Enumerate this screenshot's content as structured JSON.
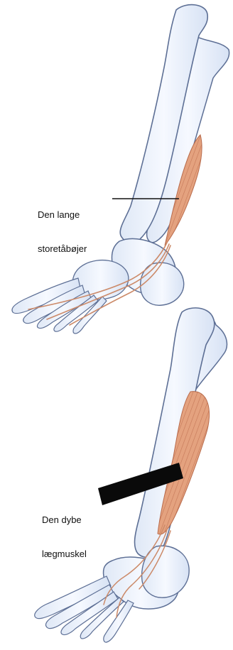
{
  "labels": {
    "top_line1": "Den lange",
    "top_line2": "storetåbøjer",
    "bottom_line1": "Den dybe",
    "bottom_line2": "lægmuskel"
  },
  "colors": {
    "bone_fill": "#eef3fb",
    "bone_outline": "#5d6f95",
    "muscle": "#d7936f",
    "tendon": "#cc8a69",
    "pointer_line": "#111111",
    "pointer_bar": "#0a0a0a"
  }
}
